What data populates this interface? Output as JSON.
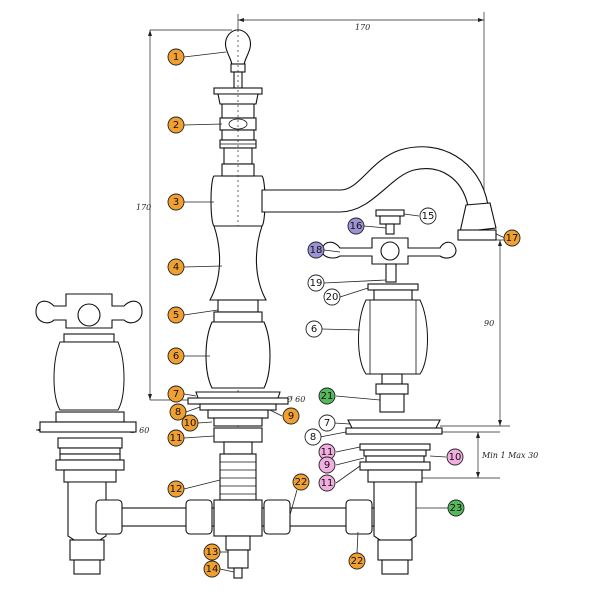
{
  "dimensions": {
    "top_width": "170",
    "left_height": "170",
    "spout_height": "90",
    "mount_min_max": "Min 1 Max 30",
    "diameter_center": "Ø 60",
    "diameter_left": "Ø 60"
  },
  "palette": {
    "orange": "#f0a030",
    "white": "#ffffff",
    "purple": "#9b93d6",
    "pink": "#f2aee0",
    "green": "#55b85a"
  },
  "callouts": [
    {
      "label": "1",
      "color": "orange"
    },
    {
      "label": "2",
      "color": "orange"
    },
    {
      "label": "3",
      "color": "orange"
    },
    {
      "label": "4",
      "color": "orange"
    },
    {
      "label": "5",
      "color": "orange"
    },
    {
      "label": "6",
      "color": "orange"
    },
    {
      "label": "7",
      "color": "orange"
    },
    {
      "label": "8",
      "color": "orange"
    },
    {
      "label": "9",
      "color": "orange"
    },
    {
      "label": "10",
      "color": "orange"
    },
    {
      "label": "11",
      "color": "orange"
    },
    {
      "label": "12",
      "color": "orange"
    },
    {
      "label": "13",
      "color": "orange"
    },
    {
      "label": "14",
      "color": "orange"
    },
    {
      "label": "22",
      "color": "orange"
    },
    {
      "label": "22",
      "color": "orange"
    },
    {
      "label": "17",
      "color": "orange"
    },
    {
      "label": "15",
      "color": "white"
    },
    {
      "label": "16",
      "color": "purple"
    },
    {
      "label": "18",
      "color": "purple"
    },
    {
      "label": "19",
      "color": "white"
    },
    {
      "label": "20",
      "color": "white"
    },
    {
      "label": "6",
      "color": "white"
    },
    {
      "label": "21",
      "color": "green"
    },
    {
      "label": "7",
      "color": "white"
    },
    {
      "label": "8",
      "color": "white"
    },
    {
      "label": "11",
      "color": "pink"
    },
    {
      "label": "9",
      "color": "pink"
    },
    {
      "label": "11",
      "color": "pink"
    },
    {
      "label": "10",
      "color": "pink"
    },
    {
      "label": "23",
      "color": "green"
    }
  ]
}
